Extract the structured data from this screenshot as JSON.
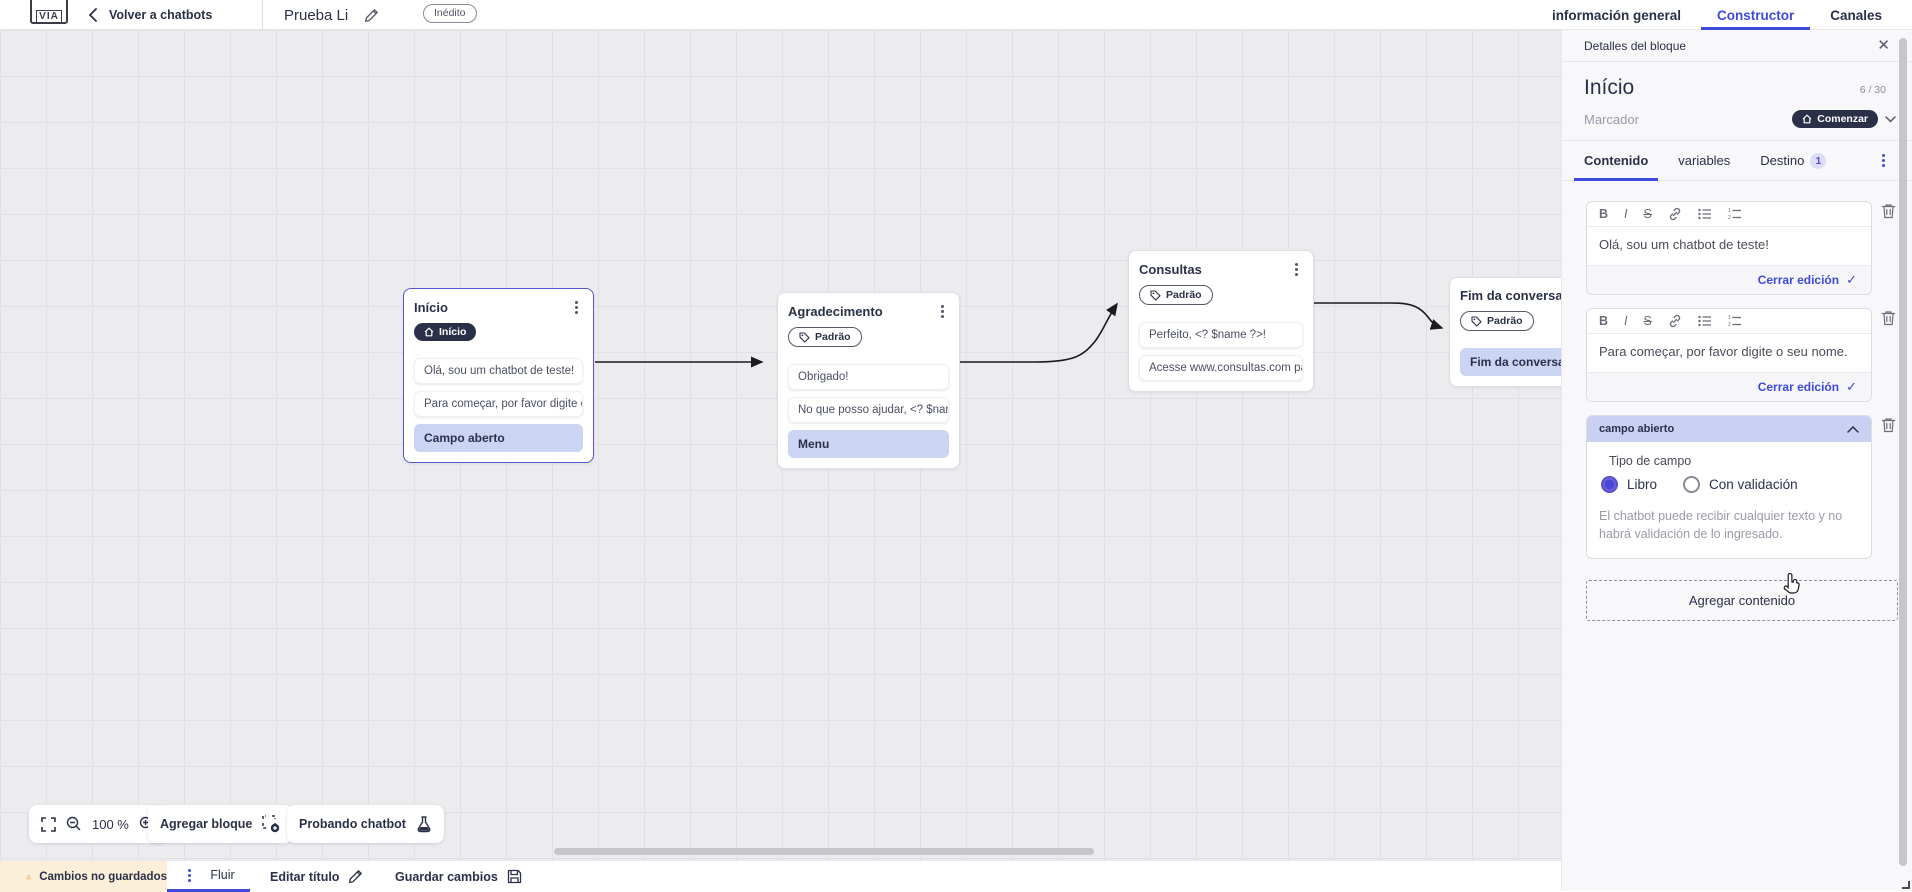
{
  "header": {
    "logo_text": "VIA",
    "back_label": "Volver a chatbots",
    "chatbot_title": "Prueba Li",
    "status_badge": "Inédito",
    "tabs": [
      {
        "label": "información general",
        "active": false
      },
      {
        "label": "Constructor",
        "active": true
      },
      {
        "label": "Canales",
        "active": false
      }
    ]
  },
  "canvas": {
    "zoom_level": "100 %",
    "add_block_label": "Agregar bloque",
    "test_chatbot_label": "Probando chatbot",
    "nodes": [
      {
        "title": "Início",
        "badge": "Início",
        "selected": true,
        "items": [
          {
            "text": "Olá, sou um chatbot de teste!",
            "type": "message"
          },
          {
            "text": "Para começar, por favor digite o ...",
            "type": "message"
          },
          {
            "text": "Campo aberto",
            "type": "action"
          }
        ]
      },
      {
        "title": "Agradecimento",
        "badge": "Padrão",
        "selected": false,
        "items": [
          {
            "text": "Obrigado!",
            "type": "message"
          },
          {
            "text": "No que posso ajudar, <? $name ...",
            "type": "message"
          },
          {
            "text": "Menu",
            "type": "action"
          }
        ]
      },
      {
        "title": "Consultas",
        "badge": "Padrão",
        "selected": false,
        "items": [
          {
            "text": "Perfeito, <? $name ?>!",
            "type": "message"
          },
          {
            "text": "Acesse www.consultas.com par...",
            "type": "message"
          }
        ]
      },
      {
        "title": "Fim da conversa",
        "badge": "Padrão",
        "selected": false,
        "items": [
          {
            "text": "Fim da conversa",
            "type": "action"
          }
        ]
      }
    ]
  },
  "panel": {
    "header": "Detalles del bloque",
    "block_name": "Início",
    "char_counter": "6 / 30",
    "marker_placeholder": "Marcador",
    "start_button": "Comenzar",
    "tabs": [
      {
        "label": "Contenido",
        "active": true
      },
      {
        "label": "variables",
        "active": false
      },
      {
        "label": "Destino",
        "active": false,
        "badge": "1"
      }
    ],
    "editors": [
      {
        "text": "Olá, sou um chatbot de teste!",
        "close_label": "Cerrar edición"
      },
      {
        "text": "Para começar, por favor digite o seu nome.",
        "close_label": "Cerrar edición"
      }
    ],
    "open_field": {
      "header": "campo abierto",
      "type_label": "Tipo de campo",
      "options": [
        {
          "label": "Libro",
          "selected": true
        },
        {
          "label": "Con validación",
          "selected": false
        }
      ],
      "helper": "El chatbot puede recibir cualquier texto y no habrá validación de lo ingresado."
    },
    "add_content_label": "Agregar contenido"
  },
  "footer": {
    "unsaved_label": "Cambios no guardados",
    "flow_tab": "Fluir",
    "edit_title_label": "Editar título",
    "save_label": "Guardar cambios"
  },
  "colors": {
    "accent_blue": "#3e4bd8",
    "dark_navy": "#2b3049",
    "action_item_bg": "#ccd4f4",
    "warning_bg": "#fcefd9",
    "warning_icon": "#e8a33d"
  }
}
